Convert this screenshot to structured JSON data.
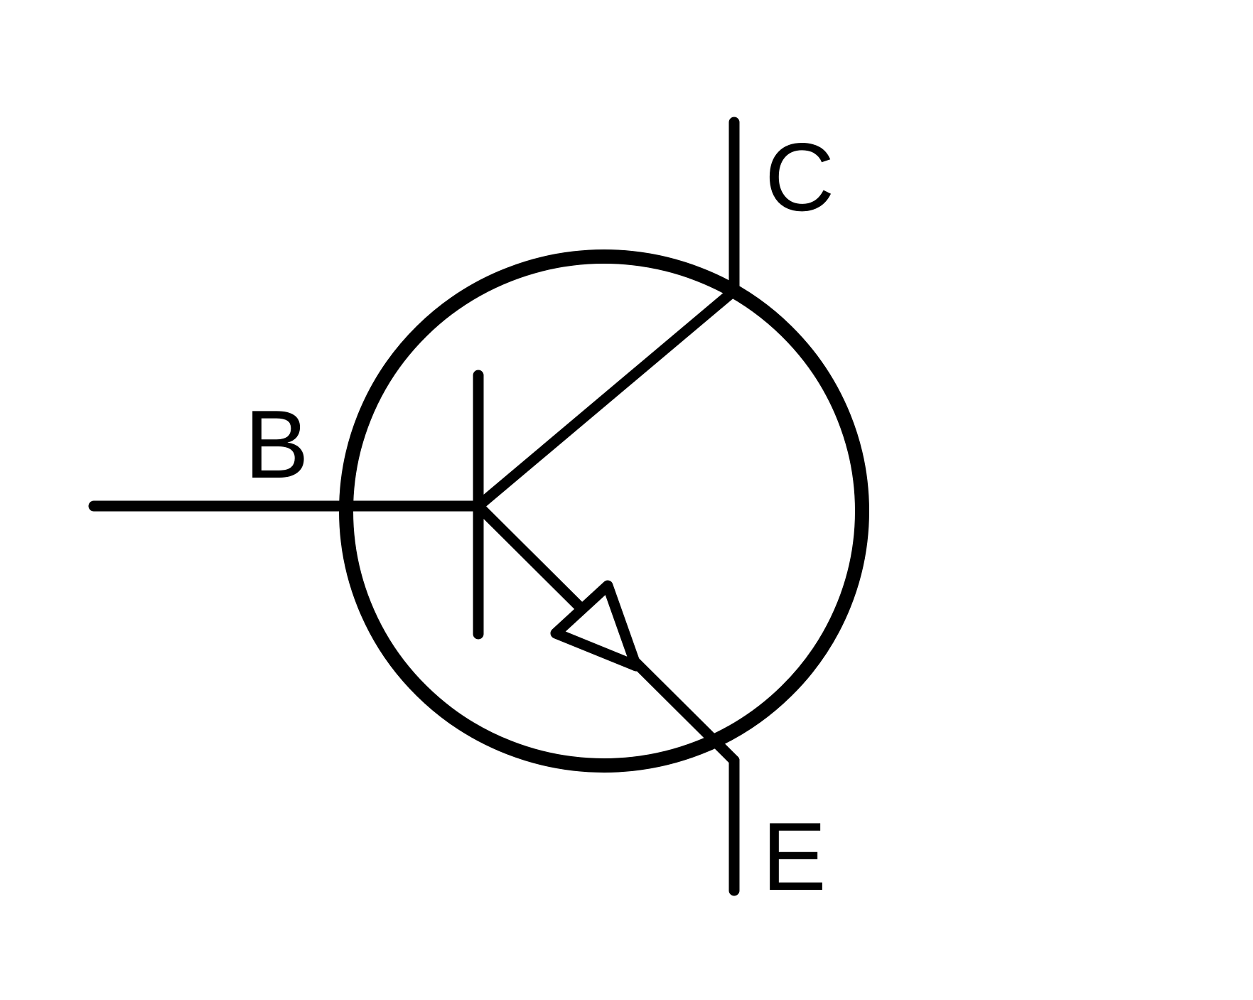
{
  "diagram": {
    "labels": {
      "base": "B",
      "collector": "C",
      "emitter": "E"
    },
    "colors": {
      "stroke": "#000000",
      "background": "#ffffff"
    }
  }
}
